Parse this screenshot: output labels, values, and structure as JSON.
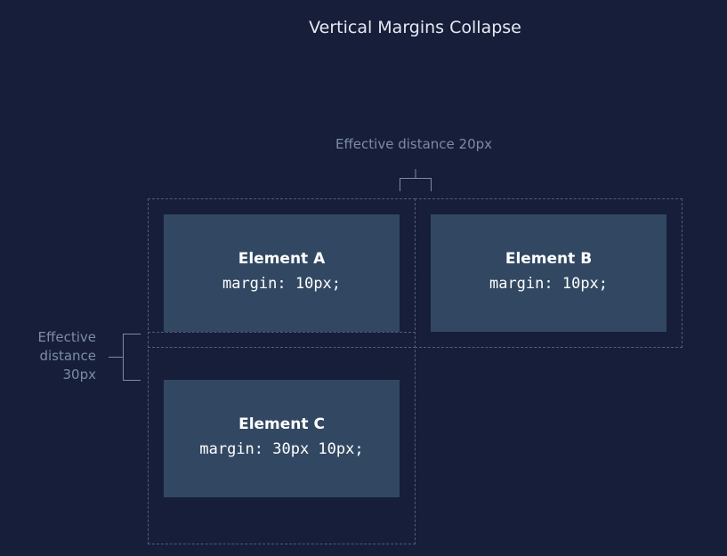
{
  "title": "Vertical Margins Collapse",
  "annotations": {
    "horizontal": "Effective distance 20px",
    "vertical": [
      "Effective",
      "distance",
      "30px"
    ]
  },
  "elements": [
    {
      "name": "Element A",
      "css": "margin: 10px;"
    },
    {
      "name": "Element B",
      "css": "margin: 10px;"
    },
    {
      "name": "Element C",
      "css": "margin: 30px 10px;"
    }
  ],
  "colors": {
    "background": "#161e3a",
    "element_fill": "#324862",
    "margin_outline": "#4c5d7f",
    "annotation_text": "#7d8ba6",
    "title_text": "#e6e9f0"
  }
}
